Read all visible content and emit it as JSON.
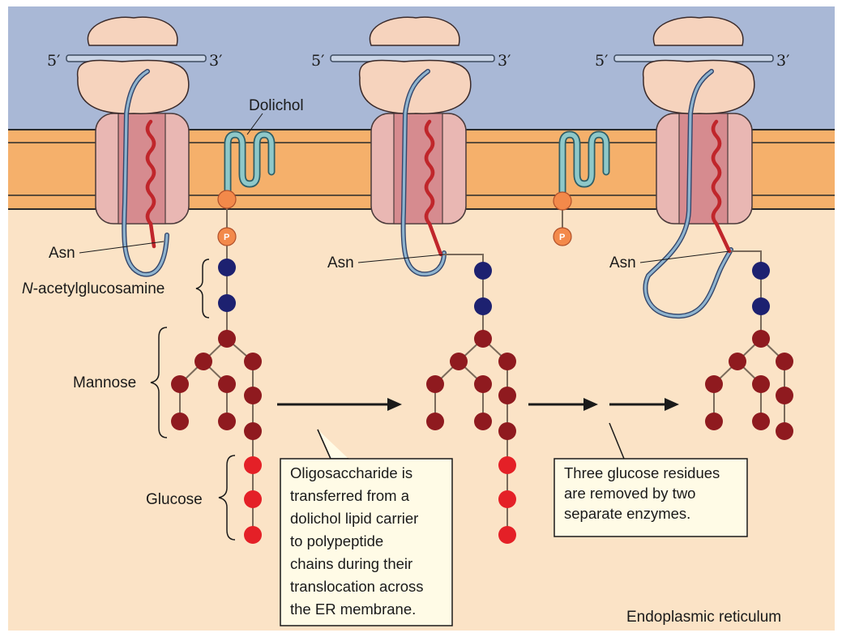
{
  "labels": {
    "five_prime": "5′",
    "three_prime": "3′",
    "dolichol": "Dolichol",
    "asn": "Asn",
    "n_prefix": "N",
    "n_acetyl_rest": "-acetylglucosamine",
    "mannose": "Mannose",
    "glucose": "Glucose",
    "phosphate": "P",
    "er": "Endoplasmic reticulum"
  },
  "notes": {
    "transfer": [
      "Oligosaccharide is",
      "transferred from a",
      "dolichol lipid carrier",
      "to polypeptide",
      "chains during their",
      "translocation across",
      "the ER membrane."
    ],
    "trim": [
      "Three glucose residues",
      "are removed by two",
      "separate enzymes."
    ]
  },
  "colors": {
    "cytosol": "#a9b8d6",
    "lumen": "#fbe3c6",
    "membrane": "#f5b06b",
    "channel": "#e9b7b3",
    "channel_inner": "#d68b8f",
    "ribosome": "#f6d3bd",
    "mrna": "#7b8fa8",
    "polypeptide": "#8fb4cf",
    "signal": "#c0262b",
    "dolichol": "#8ec8c9",
    "phosphate": "#f3894a",
    "glcnac": "#1d2170",
    "mannose": "#8f1a1f",
    "glucose": "#e42027",
    "note_bg": "#fffbe6"
  }
}
